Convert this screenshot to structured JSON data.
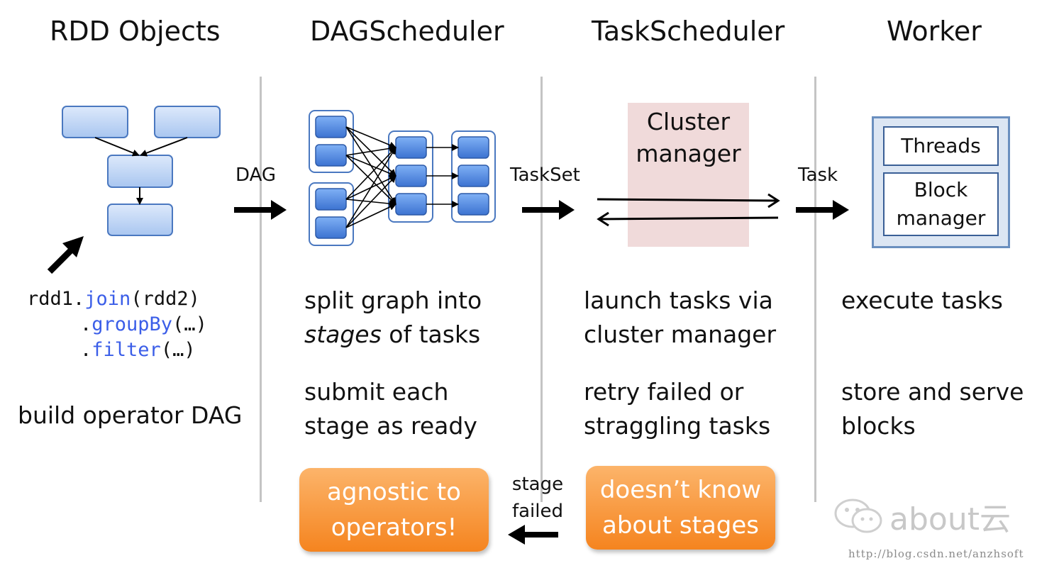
{
  "columns": {
    "rdd": {
      "title": "RDD Objects",
      "description": "build operator DAG"
    },
    "dag": {
      "title": "DAGScheduler",
      "line1": "split graph into",
      "line2_italic": "stages",
      "line2_rest": " of tasks",
      "line3": "submit each",
      "line4": "stage as ready"
    },
    "task": {
      "title": "TaskScheduler",
      "line1": "launch tasks via",
      "line2": "cluster manager",
      "line3": "retry failed or",
      "line4": "straggling tasks"
    },
    "worker": {
      "title": "Worker",
      "line1": "execute tasks",
      "line3": "store and serve",
      "line4": "blocks"
    }
  },
  "code": {
    "l1_obj": "rdd1.",
    "l1_fn": "join",
    "l1_args": "(rdd2)",
    "l2_dot": ".",
    "l2_fn": "groupBy",
    "l2_args": "(…)",
    "l3_dot": ".",
    "l3_fn": "filter",
    "l3_args": "(…)"
  },
  "edges": {
    "dag": "DAG",
    "taskset": "TaskSet",
    "task": "Task",
    "stage_failed_1": "stage",
    "stage_failed_2": "failed"
  },
  "cluster_manager": {
    "line1": "Cluster",
    "line2": "manager"
  },
  "worker_box": {
    "threads": "Threads",
    "block_line1": "Block",
    "block_line2": "manager"
  },
  "callouts": {
    "agnostic_line1": "agnostic to",
    "agnostic_line2": "operators!",
    "doesnt_line1": "doesn’t know",
    "doesnt_line2": "about stages"
  },
  "watermark": {
    "brand": "about云",
    "url": "http://blog.csdn.net/anzhsoft"
  },
  "colors": {
    "node_fill": "#5b8fe0",
    "node_light": "#c9dcf7",
    "node_border": "#4a78c0",
    "callout_orange": "#f5841f",
    "cluster_bg": "#f0dada",
    "divider": "#c4c4c4",
    "code_fn": "#3b5ee8"
  }
}
